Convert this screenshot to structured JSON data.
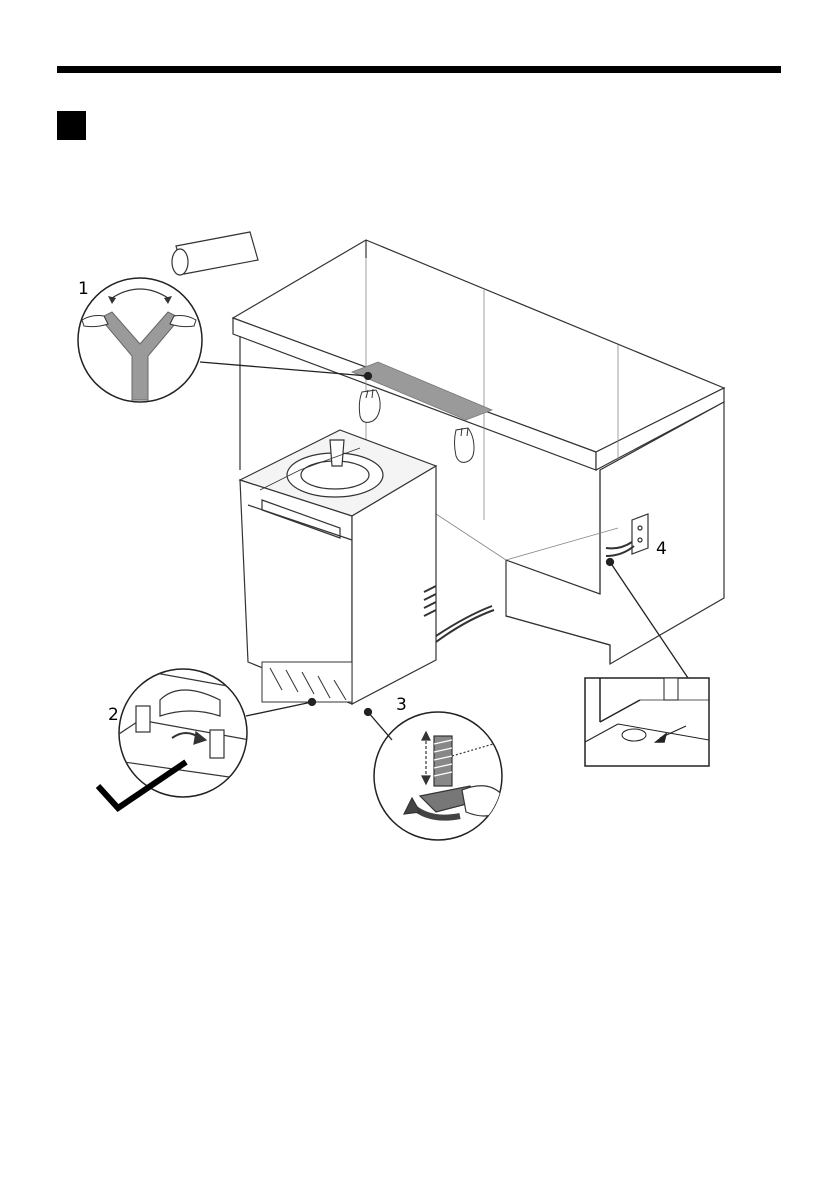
{
  "callouts": {
    "step1": "1",
    "step2": "2",
    "step3": "3",
    "step4": "4"
  },
  "icons": {
    "section_marker": "black-square",
    "tape_roll": "tape-roll-icon",
    "check_mark": "check-mark-icon",
    "wrench": "wrench-icon"
  },
  "colors": {
    "ink": "#000000",
    "tape_grey": "#9a9a9a",
    "paper": "#ffffff"
  }
}
